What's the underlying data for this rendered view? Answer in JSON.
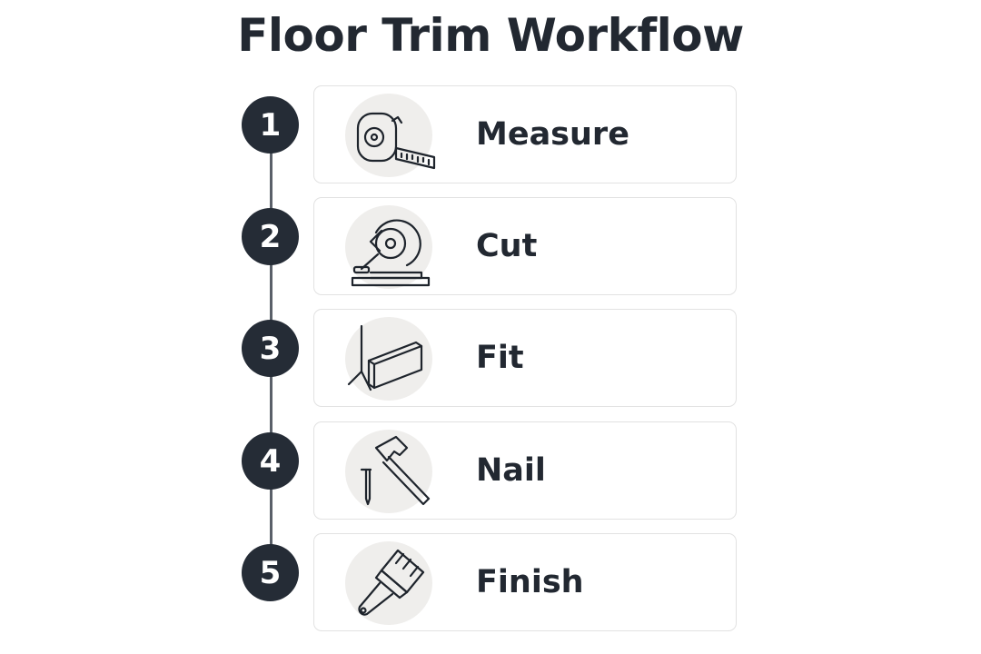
{
  "title": "Floor Trim Workflow",
  "steps": [
    {
      "number": "1",
      "label": "Measure",
      "icon": "tape-measure-icon"
    },
    {
      "number": "2",
      "label": "Cut",
      "icon": "miter-saw-icon"
    },
    {
      "number": "3",
      "label": "Fit",
      "icon": "baseboard-icon"
    },
    {
      "number": "4",
      "label": "Nail",
      "icon": "hammer-nail-icon"
    },
    {
      "number": "5",
      "label": "Finish",
      "icon": "paintbrush-icon"
    }
  ],
  "colors": {
    "badge": "#252c36",
    "text": "#222831",
    "card_border": "#e2e2e2",
    "icon_circle": "#efeeec",
    "line": "#5a6069"
  }
}
